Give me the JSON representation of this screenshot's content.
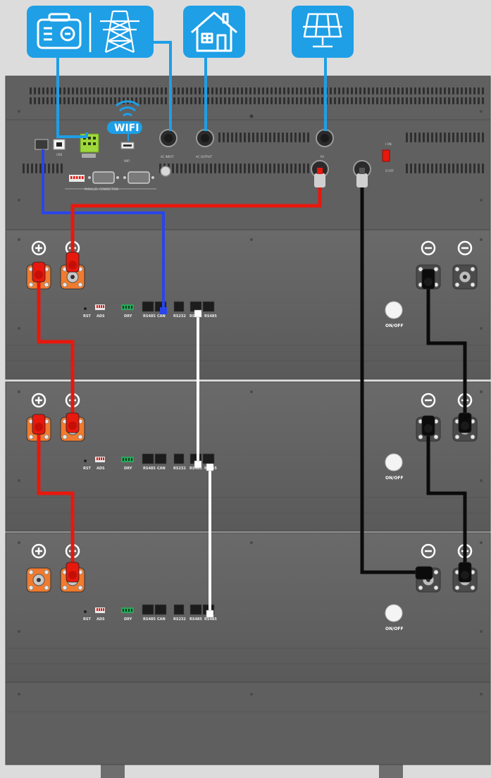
{
  "icons": {
    "generator": "generator-icon",
    "grid": "power-grid-tower-icon",
    "home": "house-icon",
    "solar": "solar-panel-icon",
    "wifi": "wifi-icon"
  },
  "inverter": {
    "wifi_label": "WIFI",
    "port_wifi": "WIFI",
    "ac_input": "AC INPUT",
    "ac_output": "AC OUTPUT",
    "pv": "PV",
    "usb": "USB",
    "parallel": "PARALLEL CONNECTION",
    "switch_on": "I  ON",
    "switch_off": "O  OFF"
  },
  "battery_labels": {
    "rst": "RST",
    "ads": "ADS",
    "dry": "DRY",
    "rs485": "RS485",
    "can": "CAN",
    "rs232": "RS232",
    "onoff": "ON/OFF"
  },
  "colors": {
    "icon_blue": "#1e9fe6",
    "red_cable": "#e8180d",
    "black_cable": "#0b0b0b",
    "blue_cable": "#2a45e8",
    "white_cable": "#ffffff",
    "terminal_orange": "#f07a2e",
    "cabinet": "#5e5e5e"
  }
}
